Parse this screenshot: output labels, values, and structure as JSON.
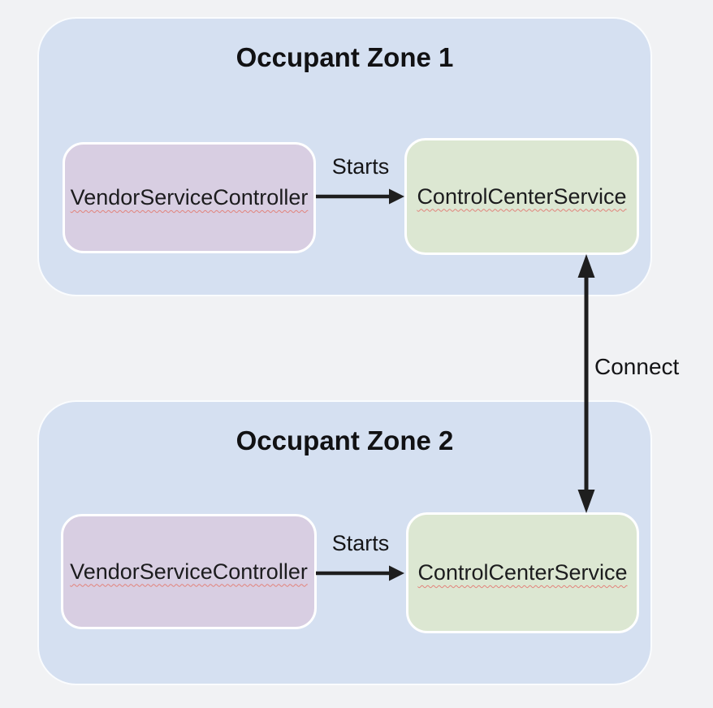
{
  "diagram": {
    "type": "component-connection-diagram",
    "connector": {
      "label": "Connect"
    },
    "zones": [
      {
        "title": "Occupant Zone 1",
        "vendor_label": "VendorServiceController",
        "control_label": "ControlCenterService",
        "starts_label": "Starts"
      },
      {
        "title": "Occupant Zone 2",
        "vendor_label": "VendorServiceController",
        "control_label": "ControlCenterService",
        "starts_label": "Starts"
      }
    ]
  },
  "colors": {
    "page_background": "#f1f2f4",
    "zone_fill": "#d5e0f1",
    "zone_border": "#fcfdfe",
    "vendor_node_fill": "#d8cee2",
    "control_node_fill": "#dce7d2",
    "node_border": "#ffffff",
    "arrow": "#1e1e1e",
    "text": "#1c1c1e",
    "spellcheck_underline": "#e2837b"
  }
}
